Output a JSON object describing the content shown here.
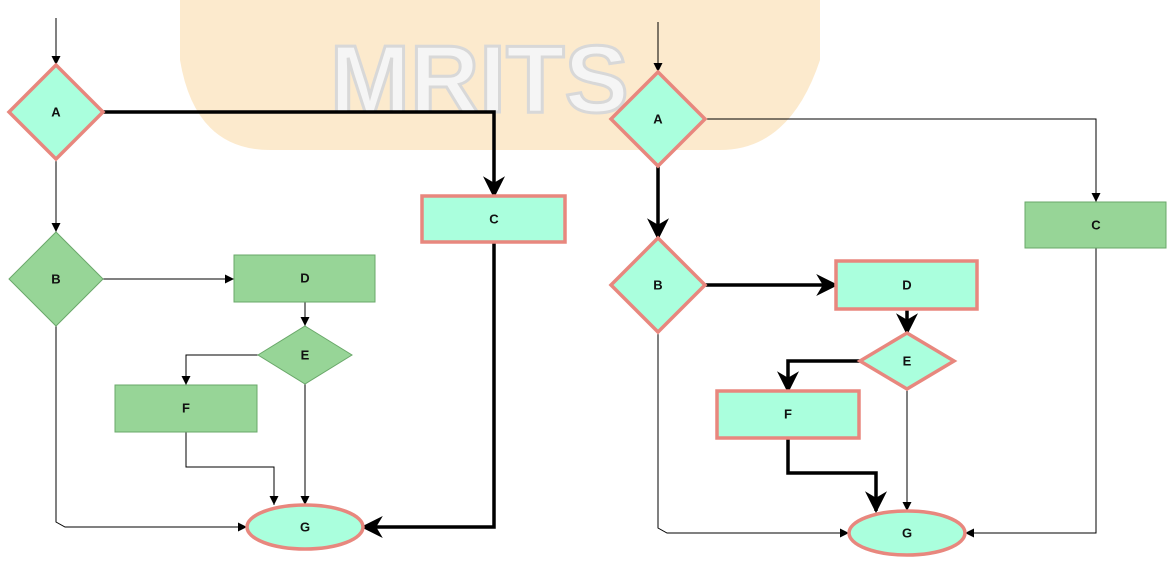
{
  "watermark": {
    "text": "MRITS"
  },
  "colors": {
    "plain_fill": "#97d597",
    "plain_stroke": "#6aa86a",
    "highlight_fill": "#aaffdd",
    "highlight_stroke": "#e8877e",
    "edge": "#000000",
    "watermark_band": "#fbe6c4"
  },
  "diagrams": [
    {
      "nodes": {
        "A": {
          "label": "A",
          "shape": "diamond",
          "highlighted": true
        },
        "B": {
          "label": "B",
          "shape": "diamond",
          "highlighted": false
        },
        "C": {
          "label": "C",
          "shape": "rectangle",
          "highlighted": true
        },
        "D": {
          "label": "D",
          "shape": "rectangle",
          "highlighted": false
        },
        "E": {
          "label": "E",
          "shape": "diamond",
          "highlighted": false
        },
        "F": {
          "label": "F",
          "shape": "rectangle",
          "highlighted": false
        },
        "G": {
          "label": "G",
          "shape": "ellipse",
          "highlighted": true
        }
      },
      "edges": [
        {
          "from": "start",
          "to": "A",
          "bold": false
        },
        {
          "from": "A",
          "to": "B",
          "bold": false
        },
        {
          "from": "A",
          "to": "C",
          "bold": true
        },
        {
          "from": "B",
          "to": "D",
          "bold": false
        },
        {
          "from": "B",
          "to": "G",
          "bold": false
        },
        {
          "from": "D",
          "to": "E",
          "bold": false
        },
        {
          "from": "E",
          "to": "F",
          "bold": false
        },
        {
          "from": "E",
          "to": "G",
          "bold": false
        },
        {
          "from": "F",
          "to": "G",
          "bold": false
        },
        {
          "from": "C",
          "to": "G",
          "bold": true
        }
      ]
    },
    {
      "nodes": {
        "A": {
          "label": "A",
          "shape": "diamond",
          "highlighted": true
        },
        "B": {
          "label": "B",
          "shape": "diamond",
          "highlighted": true
        },
        "C": {
          "label": "C",
          "shape": "rectangle",
          "highlighted": false
        },
        "D": {
          "label": "D",
          "shape": "rectangle",
          "highlighted": true
        },
        "E": {
          "label": "E",
          "shape": "diamond",
          "highlighted": true
        },
        "F": {
          "label": "F",
          "shape": "rectangle",
          "highlighted": true
        },
        "G": {
          "label": "G",
          "shape": "ellipse",
          "highlighted": true
        }
      },
      "edges": [
        {
          "from": "start",
          "to": "A",
          "bold": false
        },
        {
          "from": "A",
          "to": "B",
          "bold": true
        },
        {
          "from": "A",
          "to": "C",
          "bold": false
        },
        {
          "from": "B",
          "to": "D",
          "bold": true
        },
        {
          "from": "B",
          "to": "G",
          "bold": false
        },
        {
          "from": "D",
          "to": "E",
          "bold": true
        },
        {
          "from": "E",
          "to": "F",
          "bold": true
        },
        {
          "from": "E",
          "to": "G",
          "bold": false
        },
        {
          "from": "F",
          "to": "G",
          "bold": true
        },
        {
          "from": "C",
          "to": "G",
          "bold": false
        }
      ]
    }
  ]
}
